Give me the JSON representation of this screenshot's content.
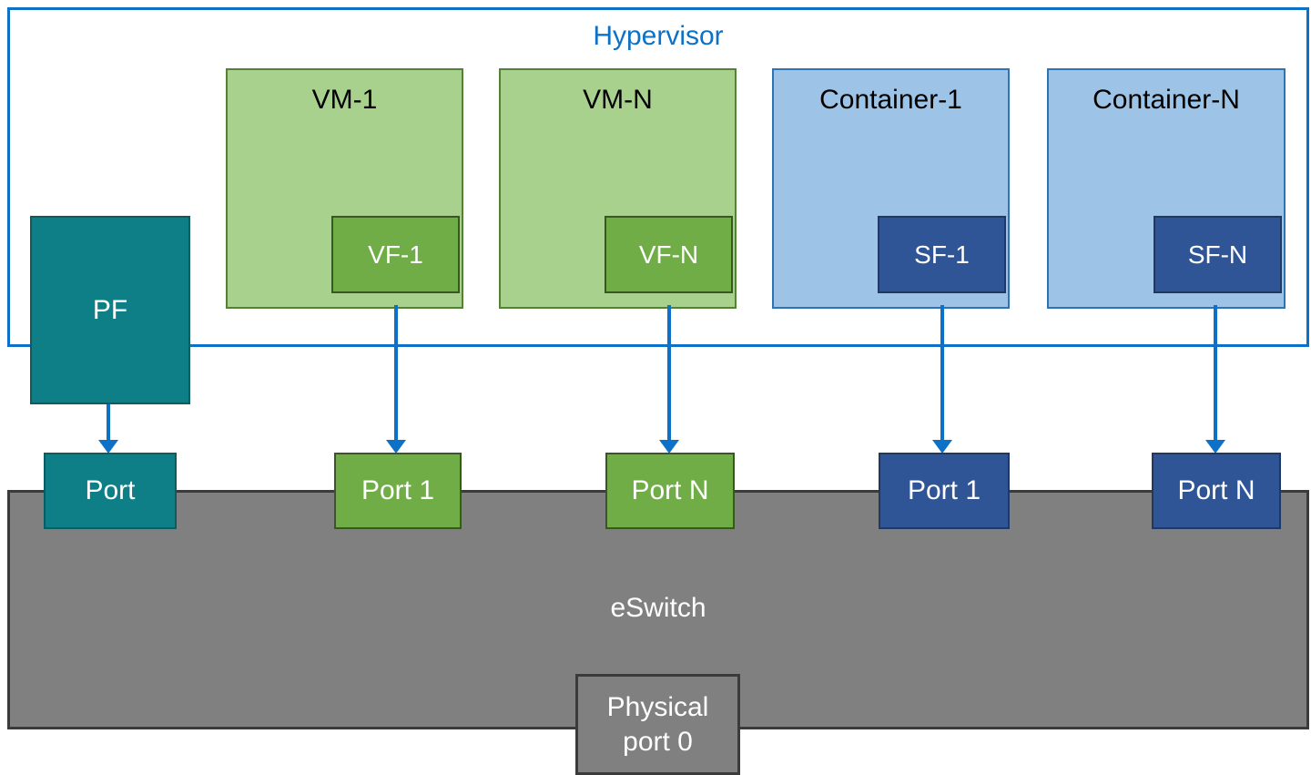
{
  "colors": {
    "blue": "#0C71C7",
    "light_green": "#A9D18E",
    "green_border": "#538135",
    "green": "#70AD47",
    "dark_green_border": "#385723",
    "light_blue": "#9DC3E6",
    "light_blue_border": "#2E74B5",
    "dark_blue": "#2F5597",
    "dark_blue_border": "#1F3864",
    "teal": "#0E7F87",
    "teal_border": "#0A5D63",
    "gray": "#808080",
    "gray_border": "#3B3B3B"
  },
  "hypervisor": {
    "label": "Hypervisor"
  },
  "guests": [
    {
      "label": "VM-1",
      "function_label": "VF-1"
    },
    {
      "label": "VM-N",
      "function_label": "VF-N"
    },
    {
      "label": "Container-1",
      "function_label": "SF-1"
    },
    {
      "label": "Container-N",
      "function_label": "SF-N"
    }
  ],
  "pf": {
    "label": "PF"
  },
  "eswitch": {
    "label": "eSwitch"
  },
  "ports": [
    {
      "label": "Port"
    },
    {
      "label": "Port 1"
    },
    {
      "label": "Port N"
    },
    {
      "label": "Port 1"
    },
    {
      "label": "Port N"
    }
  ],
  "physical_port": {
    "line1": "Physical",
    "line2": "port 0"
  }
}
